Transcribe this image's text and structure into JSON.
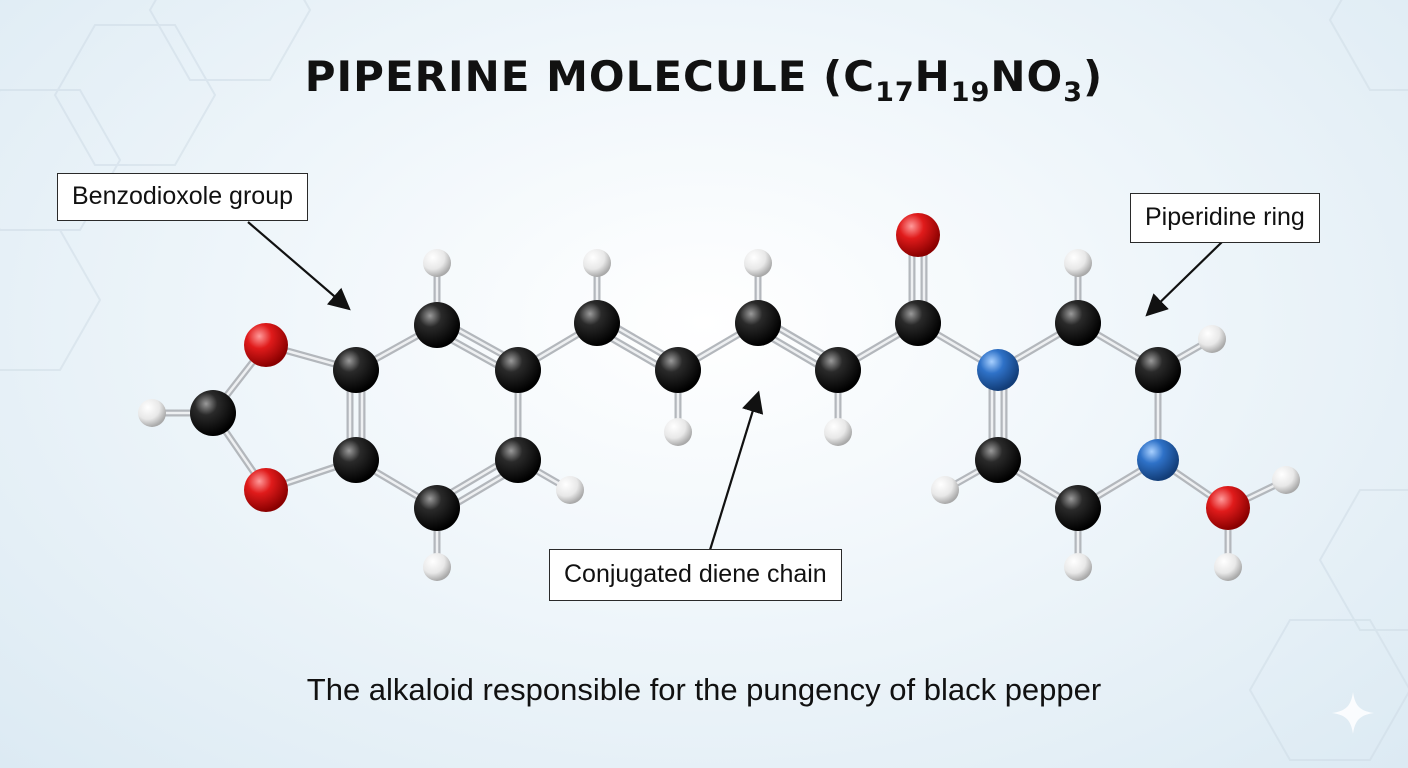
{
  "title": {
    "main": "PIPERINE MOLECULE (C",
    "sub17": "17",
    "h": "H",
    "sub19": "19",
    "no": "NO",
    "sub3": "3",
    "close": ")"
  },
  "labels": {
    "benzodioxole": "Benzodioxole group",
    "piperidine": "Piperidine ring",
    "diene": "Conjugated diene chain"
  },
  "caption": "The alkaloid responsible for the pungency of black pepper",
  "atom_colors": {
    "carbon": "#111111",
    "oxygen": "#d81e1e",
    "nitrogen": "#2f6fbf",
    "hydrogen": "#f3f3f3"
  }
}
